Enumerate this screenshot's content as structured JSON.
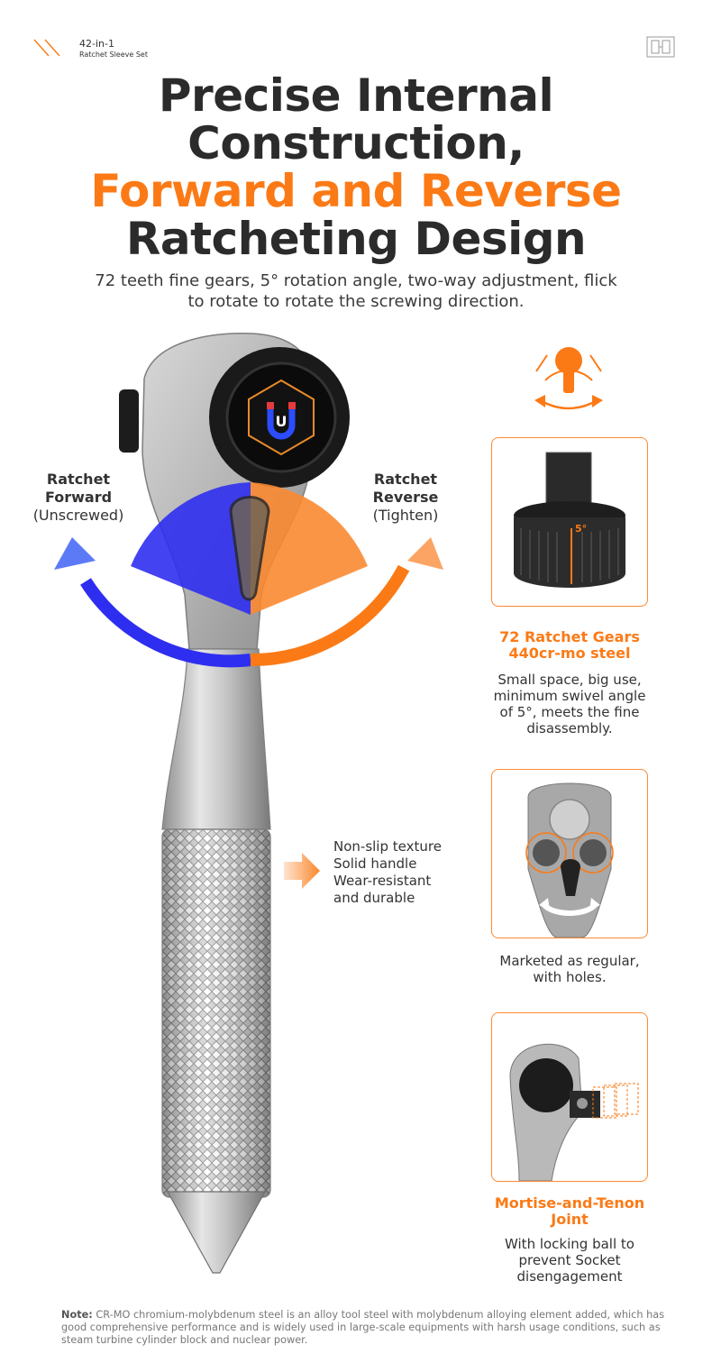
{
  "header": {
    "brand_title": "42-in-1",
    "brand_subtitle": "Ratchet Sleeve Set",
    "headline_line1": "Precise Internal",
    "headline_line2": "Construction,",
    "headline_line3": "Forward and Reverse",
    "headline_line4": "Ratcheting Design",
    "subtitle_line1": "72 teeth fine gears, 5° rotation angle, two-way adjustment, flick",
    "subtitle_line2": "to rotate to rotate the screwing direction."
  },
  "directions": {
    "forward_line1": "Ratchet",
    "forward_line2": "Forward",
    "forward_line3": "(Unscrewed)",
    "reverse_line1": "Ratchet",
    "reverse_line2": "Reverse",
    "reverse_line3": "(Tighten)"
  },
  "grip": {
    "line1": "Non-slip texture",
    "line2": "Solid handle",
    "line3": "Wear-resistant",
    "line4": "and durable"
  },
  "features": [
    {
      "image_label": "5°",
      "title_line1": "72 Ratchet Gears",
      "title_line2": "440cr-mo steel",
      "desc_line1": "Small space, big use,",
      "desc_line2": "minimum swivel angle",
      "desc_line3": "of 5°, meets the fine",
      "desc_line4": "disassembly."
    },
    {
      "desc_line1": "Marketed as regular,",
      "desc_line2": "with holes."
    },
    {
      "title_line1": "Mortise-and-Tenon",
      "title_line2": "Joint",
      "desc_line1": "With locking ball to",
      "desc_line2": "prevent Socket",
      "desc_line3": "disengagement"
    }
  ],
  "magnet_label": "U",
  "note": {
    "label": "Note:",
    "text": "CR-MO chromium-molybdenum steel is an alloy tool steel with molybdenum alloying element added, which has good comprehensive performance and is widely used in large-scale equipments with harsh usage conditions, such as steam turbine cylinder block and nuclear power."
  },
  "colors": {
    "accent_orange": "#fb7a16",
    "forward_blue": "#2f2ff0",
    "headline_dark": "#2b2b2b"
  },
  "icons": {
    "brand": "diagonal-lines-icon",
    "logo": "brand-logo-icon",
    "lock": "lock-swivel-icon",
    "grip_arrow": "arrow-right-icon",
    "magnet": "magnet-icon"
  }
}
